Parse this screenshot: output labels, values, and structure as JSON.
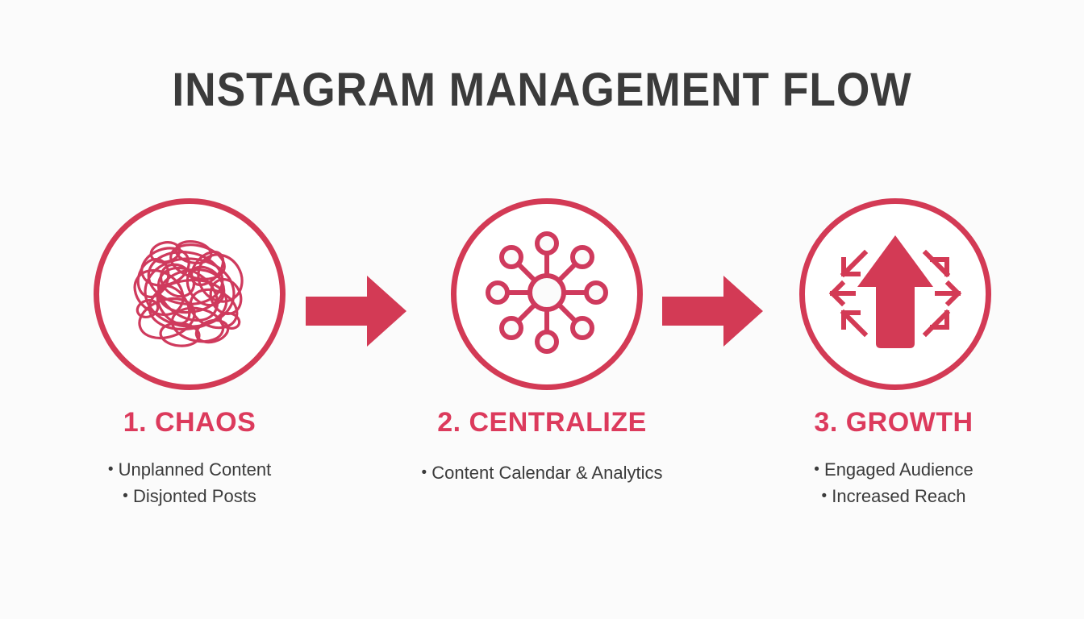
{
  "page": {
    "title": "INSTAGRAM MANAGEMENT FLOW",
    "background_color": "#fbfbfb",
    "accent_color": "#d33a55",
    "heading_color": "#dc3a5c",
    "text_color": "#3b3b3b"
  },
  "steps": [
    {
      "heading": "1. CHAOS",
      "icon": "tangled-scribble-icon",
      "bullets": [
        "Unplanned Content",
        "Disjonted Posts"
      ]
    },
    {
      "heading": "2. CENTRALIZE",
      "icon": "hub-network-icon",
      "bullets": [
        "Content Calendar & Analytics"
      ]
    },
    {
      "heading": "3. GROWTH",
      "icon": "growth-arrow-icon",
      "bullets": [
        "Engaged Audience",
        "Increased Reach"
      ]
    }
  ],
  "connectors": [
    {
      "name": "arrow-right-icon"
    },
    {
      "name": "arrow-right-icon"
    }
  ],
  "bullet_marker": "•"
}
